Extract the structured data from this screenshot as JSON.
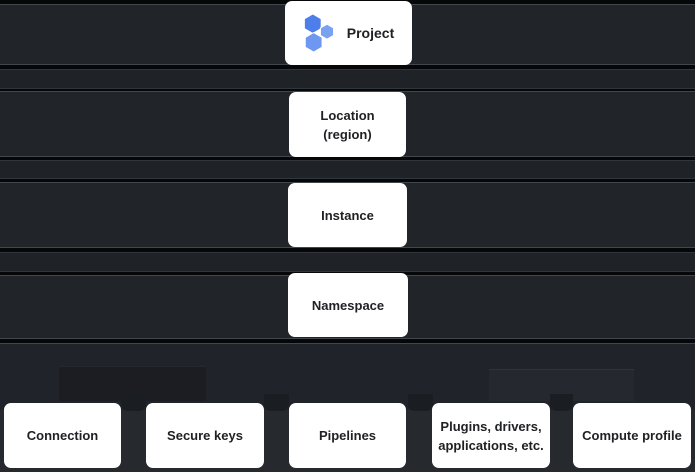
{
  "levels": [
    {
      "label": "Project"
    },
    {
      "label": "Location (region)",
      "line1": "Location",
      "line2": "(region)"
    },
    {
      "label": "Instance"
    },
    {
      "label": "Namespace"
    }
  ],
  "namespace_items": [
    {
      "label": "Connection"
    },
    {
      "label": "Secure keys"
    },
    {
      "label": "Pipelines"
    },
    {
      "label": "Plugins, drivers, applications, etc.",
      "line1": "Plugins, drivers,",
      "line2": "applications, etc."
    },
    {
      "label": "Compute profile"
    }
  ],
  "icon": {
    "name": "data-fusion-hexagons-icon",
    "hex_top": "#4e7ee9",
    "hex_right": "#7aa2f2",
    "hex_bottom": "#6d97f0"
  },
  "colors": {
    "page_background": "#060709",
    "band_fill": "#212429",
    "band_border": "#42464e",
    "box_fill": "#ffffff",
    "box_text": "#202124",
    "bottom_area_fill": "#26292e"
  }
}
